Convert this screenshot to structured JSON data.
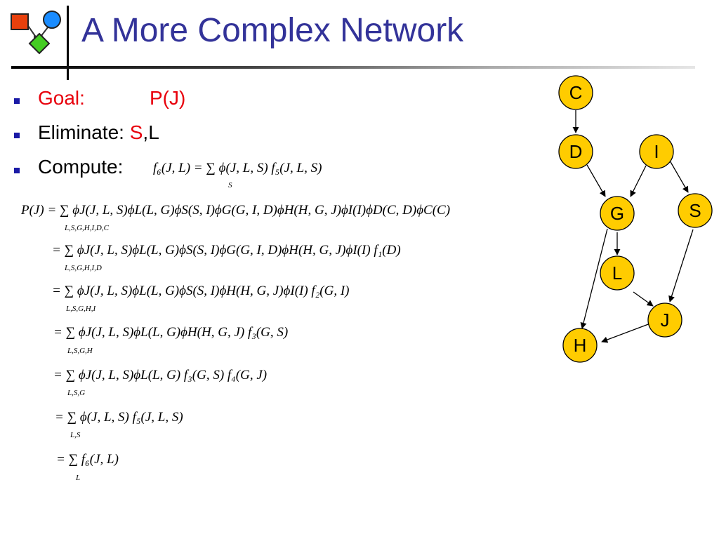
{
  "slide": {
    "title": "A More Complex Network",
    "bullets": [
      {
        "label": "Goal:",
        "value": "P(J)"
      },
      {
        "label": "Eliminate:",
        "value_red": "S",
        "value_sep": ",",
        "value_rest": "L"
      },
      {
        "label": "Compute:"
      }
    ]
  },
  "compute_formula": {
    "text": "f₆(J, L) = ∑ ϕ(J, L, S) f₅(J, L, S)",
    "sum_index": "S"
  },
  "derivation": [
    {
      "text": "P(J) = ∑ ϕJ(J, L, S)ϕL(L, G)ϕS(S, I)ϕG(G, I, D)ϕH(H, G, J)ϕI(I)ϕD(C, D)ϕC(C)",
      "sum_index": "L,S,G,H,I,D,C"
    },
    {
      "text": "= ∑ ϕJ(J, L, S)ϕL(L, G)ϕS(S, I)ϕG(G, I, D)ϕH(H, G, J)ϕI(I) f₁(D)",
      "sum_index": "L,S,G,H,I,D"
    },
    {
      "text": "= ∑ ϕJ(J, L, S)ϕL(L, G)ϕS(S, I)ϕH(H, G, J)ϕI(I) f₂(G, I)",
      "sum_index": "L,S,G,H,I"
    },
    {
      "text": "= ∑ ϕJ(J, L, S)ϕL(L, G)ϕH(H, G, J) f₃(G, S)",
      "sum_index": "L,S,G,H"
    },
    {
      "text": "= ∑ ϕJ(J, L, S)ϕL(L, G) f₃(G, S) f₄(G, J)",
      "sum_index": "L,S,G"
    },
    {
      "text": "= ∑ ϕ(J, L, S) f₅(J, L, S)",
      "sum_index": "L,S"
    },
    {
      "text": "= ∑ f₆(J, L)",
      "sum_index": "L"
    }
  ],
  "graph": {
    "node_color": "#ffcc00",
    "nodes": [
      "C",
      "D",
      "I",
      "G",
      "S",
      "L",
      "J",
      "H"
    ]
  },
  "colors": {
    "title": "#333399",
    "highlight": "#e8000c",
    "bullet": "#1a1aa6"
  },
  "icons": [
    "shapes-logo-icon",
    "square-bullet-icon"
  ]
}
